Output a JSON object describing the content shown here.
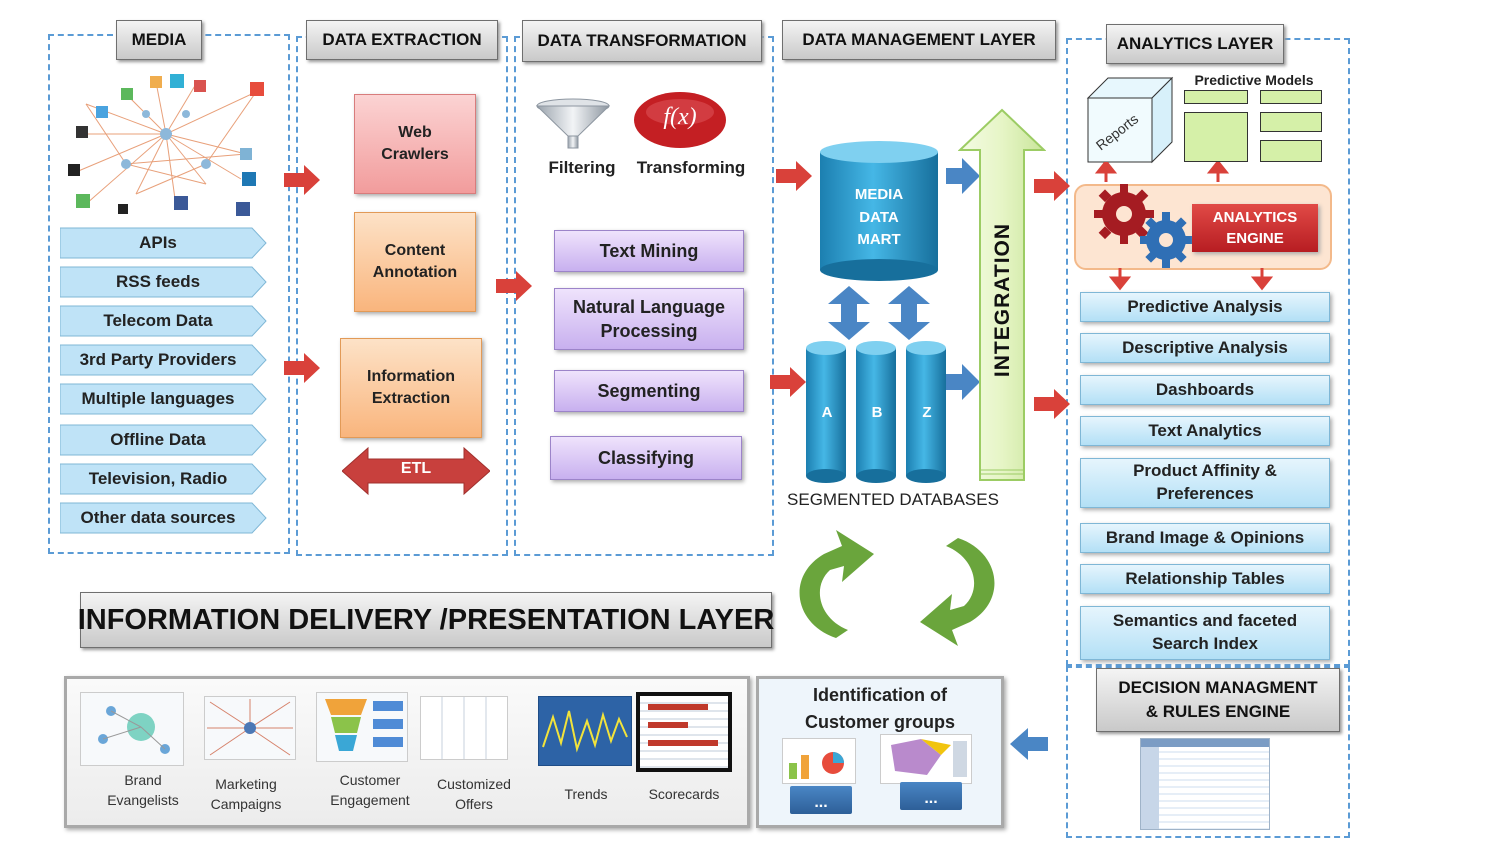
{
  "headers": {
    "media": "MEDIA",
    "extraction": "DATA EXTRACTION",
    "transformation": "DATA TRANSFORMATION",
    "management": "DATA MANAGEMENT LAYER",
    "analytics": "ANALYTICS LAYER",
    "delivery": "INFORMATION DELIVERY /PRESENTATION LAYER",
    "decision_line1": "DECISION MANAGMENT",
    "decision_line2": "& RULES ENGINE"
  },
  "media_sources": [
    "APIs",
    "RSS feeds",
    "Telecom Data",
    "3rd Party Providers",
    "Multiple languages",
    "Offline Data",
    "Television, Radio",
    "Other data sources"
  ],
  "extraction": {
    "web_crawlers_1": "Web",
    "web_crawlers_2": "Crawlers",
    "content_annotation_1": "Content",
    "content_annotation_2": "Annotation",
    "info_extraction_1": "Information",
    "info_extraction_2": "Extraction",
    "etl": "ETL"
  },
  "transformation": {
    "filtering": "Filtering",
    "transforming": "Transforming",
    "fx": "f(x)",
    "text_mining": "Text Mining",
    "nlp_1": "Natural Language",
    "nlp_2": "Processing",
    "segmenting": "Segmenting",
    "classifying": "Classifying"
  },
  "management": {
    "mart_1": "MEDIA",
    "mart_2": "DATA",
    "mart_3": "MART",
    "db_a": "A",
    "db_b": "B",
    "db_z": "Z",
    "segmented": "SEGMENTED DATABASES",
    "integration": "INTEGRATION"
  },
  "analytics": {
    "reports": "Reports",
    "predictive_models": "Predictive Models",
    "engine_1": "ANALYTICS",
    "engine_2": "ENGINE",
    "outputs": [
      "Predictive Analysis",
      "Descriptive Analysis",
      "Dashboards",
      "Text Analytics",
      "Product Affinity & Preferences",
      "Brand Image & Opinions",
      "Relationship Tables",
      "Semantics and faceted Search Index"
    ]
  },
  "delivery_items": [
    {
      "l1": "Brand",
      "l2": "Evangelists"
    },
    {
      "l1": "Marketing",
      "l2": "Campaigns"
    },
    {
      "l1": "Customer",
      "l2": "Engagement"
    },
    {
      "l1": "Customized",
      "l2": "Offers"
    },
    {
      "l1": "Trends",
      "l2": ""
    },
    {
      "l1": "Scorecards",
      "l2": ""
    }
  ],
  "customer_groups": {
    "l1": "Identification of",
    "l2": "Customer groups",
    "more": "..."
  },
  "colors": {
    "dash": "#5b9bd5",
    "arrow_red": "#d9413a",
    "arrow_blue": "#4a86c5",
    "cycle_green": "#6aa53c",
    "engine_red": "#c0262c"
  }
}
